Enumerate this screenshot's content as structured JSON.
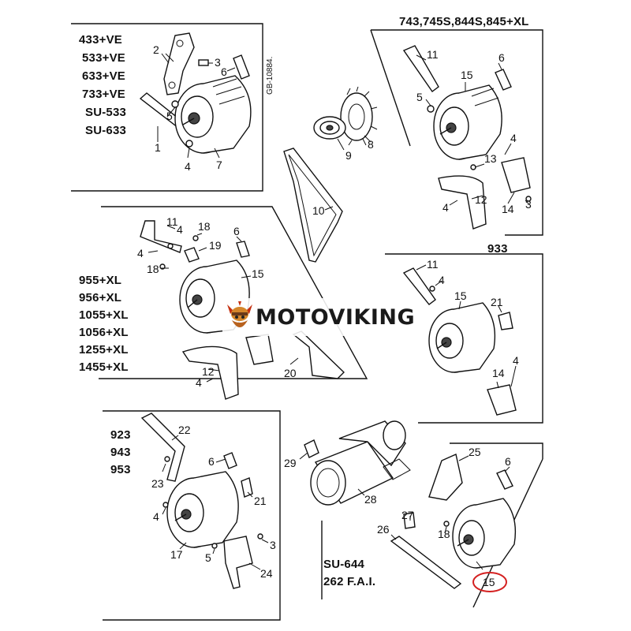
{
  "panels": {
    "top_left": {
      "models": [
        "433+VE",
        "533+VE",
        "633+VE",
        "733+VE",
        "SU-533",
        "SU-633"
      ],
      "ref": "GB-10884."
    },
    "top_right": {
      "models": [
        "743,745S,844S,845+XL"
      ]
    },
    "middle_left": {
      "models": [
        "955+XL",
        "956+XL",
        "1055+XL",
        "1056+XL",
        "1255+XL",
        "1455+XL"
      ]
    },
    "middle_right": {
      "models": [
        "933"
      ]
    },
    "bottom_left": {
      "models": [
        "923",
        "943",
        "953"
      ]
    },
    "bottom_right": {
      "models": [
        "SU-644",
        "262 F.A.I."
      ]
    }
  },
  "callouts": {
    "tl": [
      "2",
      "3",
      "6",
      "5",
      "1",
      "4",
      "7"
    ],
    "center_top": [
      "8",
      "9",
      "10"
    ],
    "tr": [
      "11",
      "6",
      "15",
      "5",
      "4",
      "13",
      "12",
      "4",
      "14",
      "3"
    ],
    "ml": [
      "11",
      "4",
      "18",
      "6",
      "19",
      "4",
      "18",
      "15",
      "12",
      "4",
      "20"
    ],
    "mr": [
      "11",
      "4",
      "15",
      "21",
      "14",
      "4"
    ],
    "bl": [
      "22",
      "6",
      "23",
      "21",
      "4",
      "3",
      "17",
      "5",
      "24"
    ],
    "bc": [
      "29",
      "28"
    ],
    "br": [
      "25",
      "6",
      "27",
      "18",
      "26",
      "15"
    ]
  },
  "watermark": {
    "text": "MOTOVIKING"
  },
  "colors": {
    "ink": "#111111",
    "highlight": "#d42020",
    "background": "#ffffff"
  }
}
